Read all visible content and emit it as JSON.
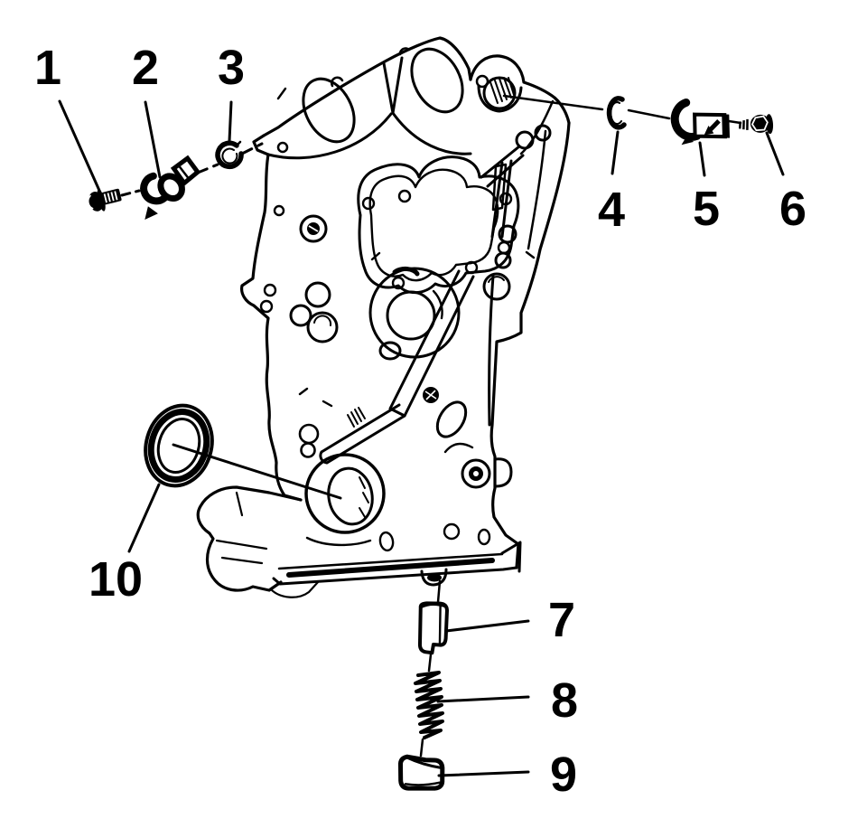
{
  "figure": {
    "background_color": "#ffffff",
    "line_color": "#000000",
    "kind": "exploded-parts-line-diagram"
  },
  "callouts": [
    {
      "label": "1",
      "part": "flange-bolt-icon"
    },
    {
      "label": "2",
      "part": "position-sensor-icon"
    },
    {
      "label": "3",
      "part": "o-ring-seal-icon"
    },
    {
      "label": "4",
      "part": "sealing-washer-icon"
    },
    {
      "label": "5",
      "part": "position-sensor-icon"
    },
    {
      "label": "6",
      "part": "flange-bolt-icon"
    },
    {
      "label": "7",
      "part": "tensioner-plunger-icon"
    },
    {
      "label": "8",
      "part": "tensioner-spring-icon"
    },
    {
      "label": "9",
      "part": "tensioner-cap-icon"
    },
    {
      "label": "10",
      "part": "front-oil-seal-icon"
    }
  ]
}
